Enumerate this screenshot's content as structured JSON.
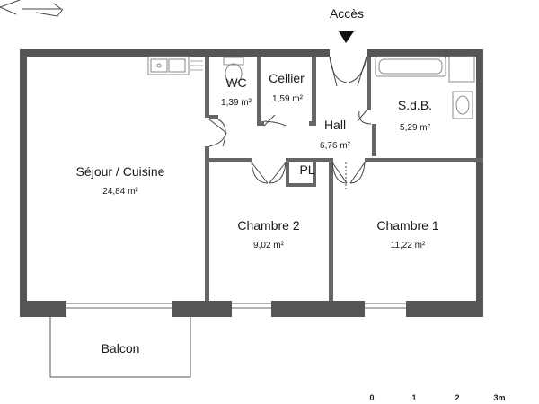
{
  "entrance": {
    "label": "Accès"
  },
  "rooms": [
    {
      "id": "sejour",
      "name": "Séjour / Cuisine",
      "area": "24,84 m²"
    },
    {
      "id": "wc",
      "name": "WC",
      "area": "1,39 m²"
    },
    {
      "id": "cellier",
      "name": "Cellier",
      "area": "1,59 m²"
    },
    {
      "id": "hall",
      "name": "Hall",
      "area": "6,76 m²"
    },
    {
      "id": "sdb",
      "name": "S.d.B.",
      "area": "5,29 m²"
    },
    {
      "id": "pl",
      "name": "PL",
      "area": ""
    },
    {
      "id": "chambre2",
      "name": "Chambre 2",
      "area": "9,02 m²"
    },
    {
      "id": "chambre1",
      "name": "Chambre 1",
      "area": "11,22 m²"
    },
    {
      "id": "balcon",
      "name": "Balcon",
      "area": ""
    }
  ],
  "scale_bar": {
    "ticks": [
      "0",
      "1",
      "2",
      "3m"
    ]
  },
  "colors": {
    "wall": "#555555",
    "line": "#333333",
    "fixture": "#999999"
  }
}
